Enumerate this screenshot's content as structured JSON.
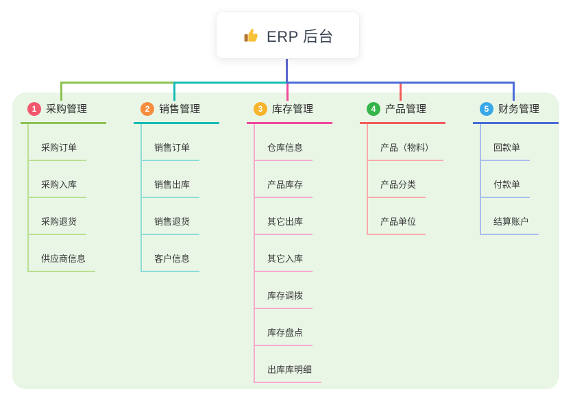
{
  "root": {
    "title": "ERP 后台",
    "icon": "thumbs-up-icon"
  },
  "connector_color": "#5a66cb",
  "panel_color": "#e9f6e6",
  "branches": [
    {
      "num": "1",
      "title": "采购管理",
      "badge_color": "#f2586d",
      "line_color": "#8cc152",
      "light_color": "#b9e08f",
      "children": [
        "采购订单",
        "采购入库",
        "采购退货",
        "供应商信息"
      ]
    },
    {
      "num": "2",
      "title": "销售管理",
      "badge_color": "#f68c3e",
      "line_color": "#16bcb4",
      "light_color": "#8fdcd6",
      "children": [
        "销售订单",
        "销售出库",
        "销售退货",
        "客户信息"
      ]
    },
    {
      "num": "3",
      "title": "库存管理",
      "badge_color": "#f7b32b",
      "line_color": "#f0489c",
      "light_color": "#f6a8cf",
      "children": [
        "仓库信息",
        "产品库存",
        "其它出库",
        "其它入库",
        "库存调拨",
        "库存盘点",
        "出库库明细"
      ]
    },
    {
      "num": "4",
      "title": "产品管理",
      "badge_color": "#35b54a",
      "line_color": "#f45b5b",
      "light_color": "#f9a9a9",
      "children": [
        "产品（物料）",
        "产品分类",
        "产品单位"
      ]
    },
    {
      "num": "5",
      "title": "财务管理",
      "badge_color": "#38a8e8",
      "line_color": "#4a6bd5",
      "light_color": "#a9bdea",
      "children": [
        "回款单",
        "付款单",
        "结算账户"
      ]
    }
  ]
}
